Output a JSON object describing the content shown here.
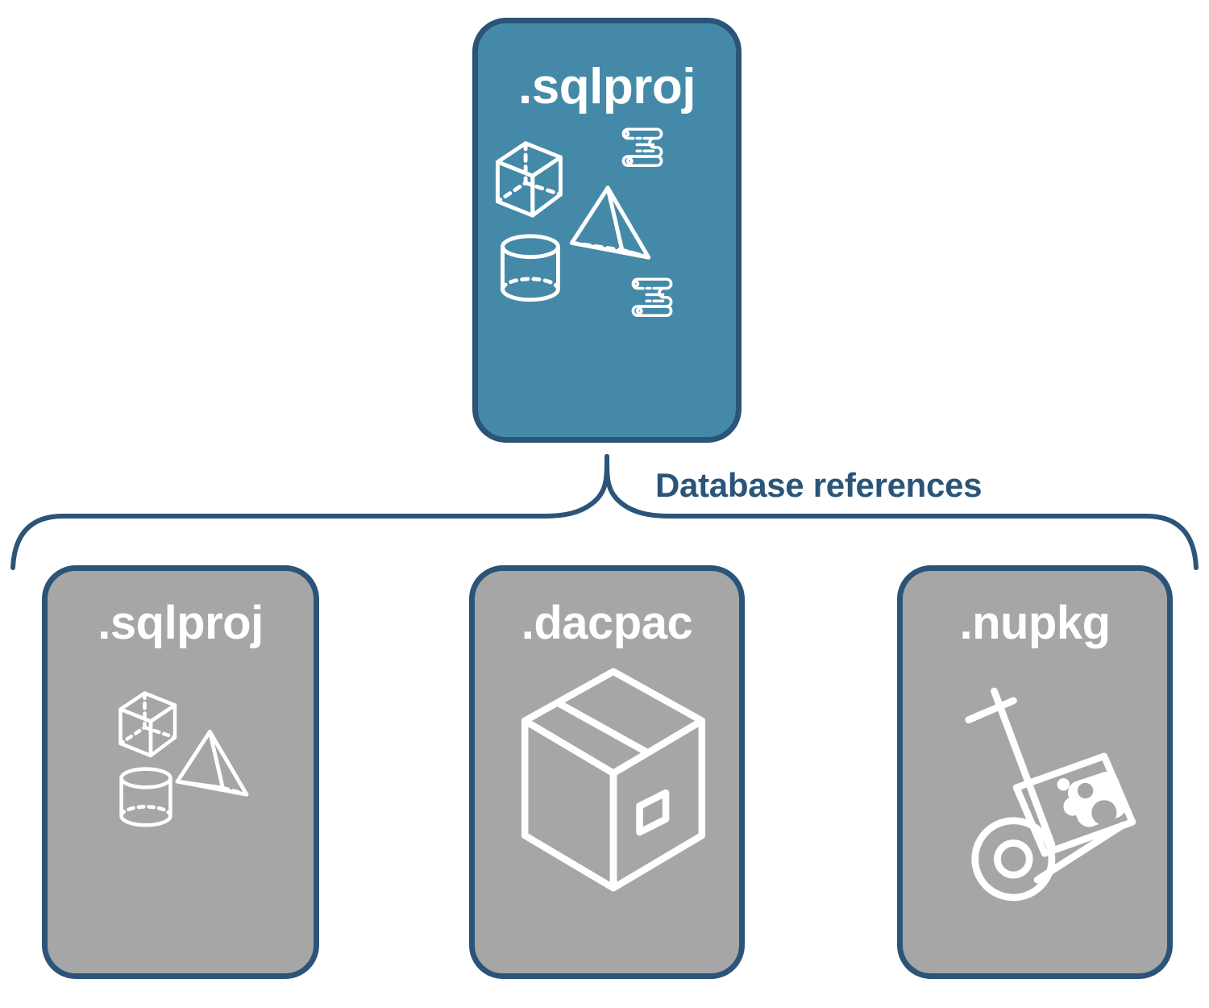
{
  "diagram": {
    "title": "Database references",
    "colors": {
      "accent": "#4589a8",
      "muted": "#a6a6a6",
      "border": "#2b5478",
      "label": "#2b5478",
      "icon": "#ffffff",
      "background": "#ffffff"
    }
  },
  "root": {
    "label": ".sqlproj",
    "icons": [
      "cube-icon",
      "scroll-icon",
      "pyramid-icon",
      "cylinder-icon",
      "scroll-icon"
    ]
  },
  "connector": {
    "label": "Database references",
    "type": "brace-bracket",
    "branches": 3
  },
  "references": [
    {
      "label": ".sqlproj",
      "icons": [
        "cube-icon",
        "pyramid-icon",
        "cylinder-icon"
      ]
    },
    {
      "label": ".dacpac",
      "icons": [
        "shipping-box-icon"
      ]
    },
    {
      "label": ".nupkg",
      "icons": [
        "hand-truck-icon",
        "nuget-package-icon"
      ]
    }
  ]
}
